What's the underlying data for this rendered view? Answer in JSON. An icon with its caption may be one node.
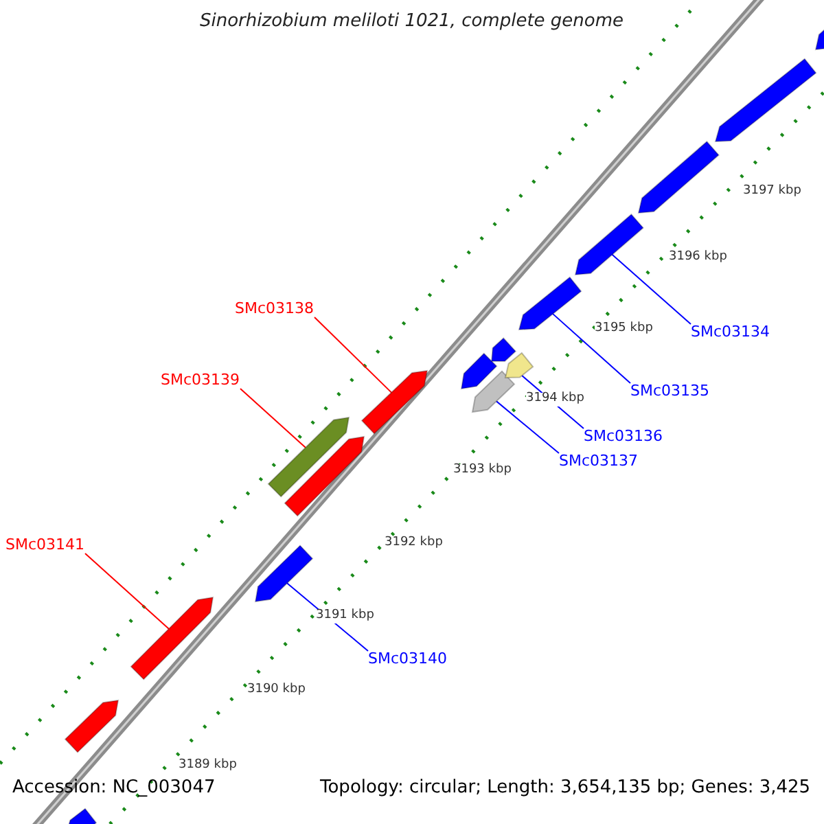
{
  "diagram": {
    "title": "Sinorhizobium meliloti 1021, complete genome",
    "nodes": [
      {
        "text": [
          "SMc03138"
        ]
      },
      {
        "text": [
          "SMc03139"
        ]
      },
      {
        "text": [
          "SMc03141"
        ]
      },
      {
        "text": [
          "SMc03137"
        ]
      },
      {
        "text": [
          "SMc03136"
        ]
      },
      {
        "text": [
          "SMc03135"
        ]
      },
      {
        "text": [
          "SMc03134"
        ]
      },
      {
        "text": [
          "SMc03140"
        ]
      },
      {
        "text": [],
        "shape": "arrow"
      },
      {
        "text": [],
        "shape": "arrow"
      },
      {
        "text": [],
        "shape": "arrow"
      },
      {
        "text": [],
        "shape": "arrow"
      },
      {
        "text": [],
        "shape": "arrow"
      },
      {
        "text": [],
        "shape": "arrow"
      },
      {
        "text": [],
        "shape": "arrow"
      },
      {
        "text": [],
        "shape": "arrow"
      },
      {
        "text": [],
        "shape": "arrow"
      },
      {
        "text": [],
        "shape": "arrow"
      },
      {
        "text": [],
        "shape": "arrow"
      },
      {
        "text": [],
        "shape": "arrow"
      },
      {
        "text": [],
        "shape": "arrow"
      },
      {
        "text": [],
        "shape": "arrow"
      },
      {
        "text": [],
        "shape": "arrow"
      },
      {
        "text": [],
        "shape": "arrow"
      }
    ],
    "edges": [
      {
        "from": 0,
        "to": 14,
        "arrow": "none",
        "color": "#ff0000"
      },
      {
        "from": 1,
        "to": 12,
        "arrow": "none",
        "color": "#ff0000"
      },
      {
        "from": 2,
        "to": 10,
        "arrow": "none",
        "color": "#ff0000"
      },
      {
        "from": 3,
        "to": 16,
        "arrow": "none",
        "color": "#0000ff"
      },
      {
        "from": 4,
        "to": 18,
        "arrow": "none",
        "color": "#0000ff"
      },
      {
        "from": 5,
        "to": 19,
        "arrow": "none",
        "color": "#0000ff"
      },
      {
        "from": 6,
        "to": 20,
        "arrow": "none",
        "color": "#0000ff"
      },
      {
        "from": 7,
        "to": 11,
        "arrow": "none",
        "color": "#0000ff"
      }
    ],
    "labels": [
      "3197 kbp",
      "3196 kbp",
      "3195 kbp",
      "3194 kbp",
      "3193 kbp",
      "3192 kbp",
      "3191 kbp",
      "3190 kbp",
      "3189 kbp",
      "Accession: NC_003047",
      "Topology: circular; Length: 3,654,135 bp; Genes: 3,425"
    ]
  }
}
